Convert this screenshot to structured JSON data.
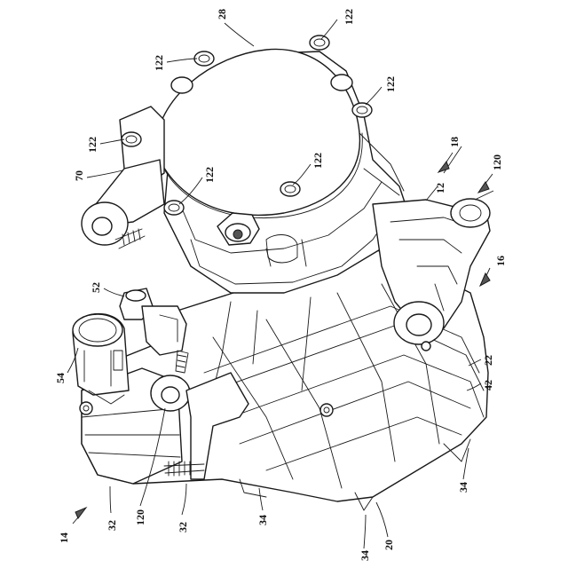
{
  "figure": {
    "labels": {
      "l28": "28",
      "l122_top": "122",
      "l122_ul": "122",
      "l122_r": "122",
      "l122_left": "122",
      "l122_mid": "122",
      "l122_c": "122",
      "l70": "70",
      "l18": "18",
      "l12": "12",
      "l120_r": "120",
      "l16": "16",
      "l52": "52",
      "l54": "54",
      "l22": "22",
      "l42": "42",
      "l34_r": "34",
      "l120_b": "120",
      "l32_a": "32",
      "l32_b": "32",
      "l34_b": "34",
      "l20": "20",
      "l34_bb": "34",
      "l14": "14"
    }
  }
}
